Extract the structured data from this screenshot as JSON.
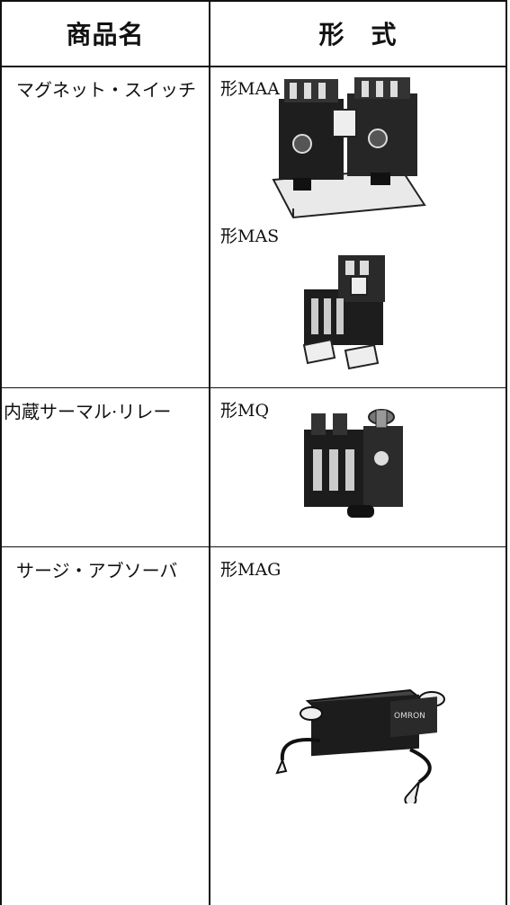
{
  "header": {
    "product_name": "商品名",
    "model": "形　式"
  },
  "rows": [
    {
      "name": "マグネット・スイッチ",
      "models": [
        "形MAA",
        "形MAS"
      ]
    },
    {
      "name": "内蔵サーマル·リレー",
      "models": [
        "形MQ"
      ]
    },
    {
      "name": "サージ・アブソーバ",
      "models": [
        "形MAG"
      ]
    }
  ],
  "product_label": "OMRON",
  "icons": [
    "contactor-photo",
    "relay-photo",
    "surge-absorber-photo"
  ]
}
